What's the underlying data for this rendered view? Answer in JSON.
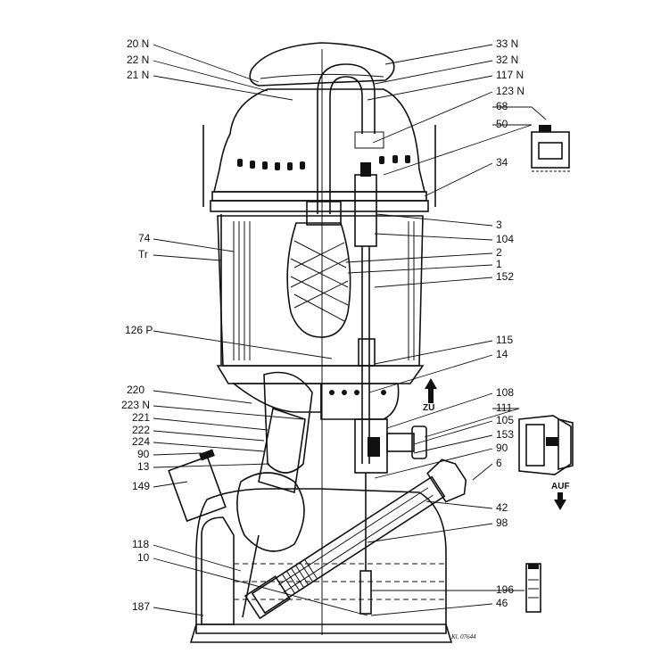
{
  "labels_left": [
    {
      "id": "20N",
      "text": "20 N"
    },
    {
      "id": "22N",
      "text": "22 N"
    },
    {
      "id": "21N",
      "text": "21 N"
    },
    {
      "id": "74",
      "text": "74"
    },
    {
      "id": "Tr",
      "text": "Tr"
    },
    {
      "id": "126P",
      "text": "126 P"
    },
    {
      "id": "220",
      "text": "220"
    },
    {
      "id": "223N",
      "text": "223 N"
    },
    {
      "id": "221",
      "text": "221"
    },
    {
      "id": "222",
      "text": "222"
    },
    {
      "id": "224",
      "text": "224"
    },
    {
      "id": "90L",
      "text": "90"
    },
    {
      "id": "13",
      "text": "13"
    },
    {
      "id": "149",
      "text": "149"
    },
    {
      "id": "118",
      "text": "118"
    },
    {
      "id": "10",
      "text": "10"
    },
    {
      "id": "187",
      "text": "187"
    }
  ],
  "labels_right": [
    {
      "id": "33N",
      "text": "33 N"
    },
    {
      "id": "32N",
      "text": "32 N"
    },
    {
      "id": "117N",
      "text": "117 N"
    },
    {
      "id": "123N",
      "text": "123 N"
    },
    {
      "id": "68",
      "text": "68"
    },
    {
      "id": "50",
      "text": "50"
    },
    {
      "id": "34",
      "text": "34"
    },
    {
      "id": "3",
      "text": "3"
    },
    {
      "id": "104",
      "text": "104"
    },
    {
      "id": "2",
      "text": "2"
    },
    {
      "id": "1",
      "text": "1"
    },
    {
      "id": "152",
      "text": "152"
    },
    {
      "id": "115",
      "text": "115"
    },
    {
      "id": "14",
      "text": "14"
    },
    {
      "id": "108",
      "text": "108"
    },
    {
      "id": "111",
      "text": "111"
    },
    {
      "id": "105",
      "text": "105"
    },
    {
      "id": "153",
      "text": "153"
    },
    {
      "id": "90R",
      "text": "90"
    },
    {
      "id": "6",
      "text": "6"
    },
    {
      "id": "42",
      "text": "42"
    },
    {
      "id": "98",
      "text": "98"
    },
    {
      "id": "196",
      "text": "196"
    },
    {
      "id": "46",
      "text": "46"
    }
  ],
  "valve_directions": {
    "close": "ZU",
    "open": "AUF"
  },
  "signature": "Kl. 07644"
}
